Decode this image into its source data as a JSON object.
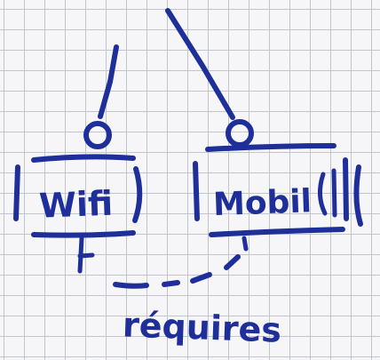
{
  "sketch": {
    "left_pan_label": "Wifi",
    "right_pan_label": "Mobil",
    "connector_label": "réquires",
    "ink_color": "#1f2f9a"
  }
}
